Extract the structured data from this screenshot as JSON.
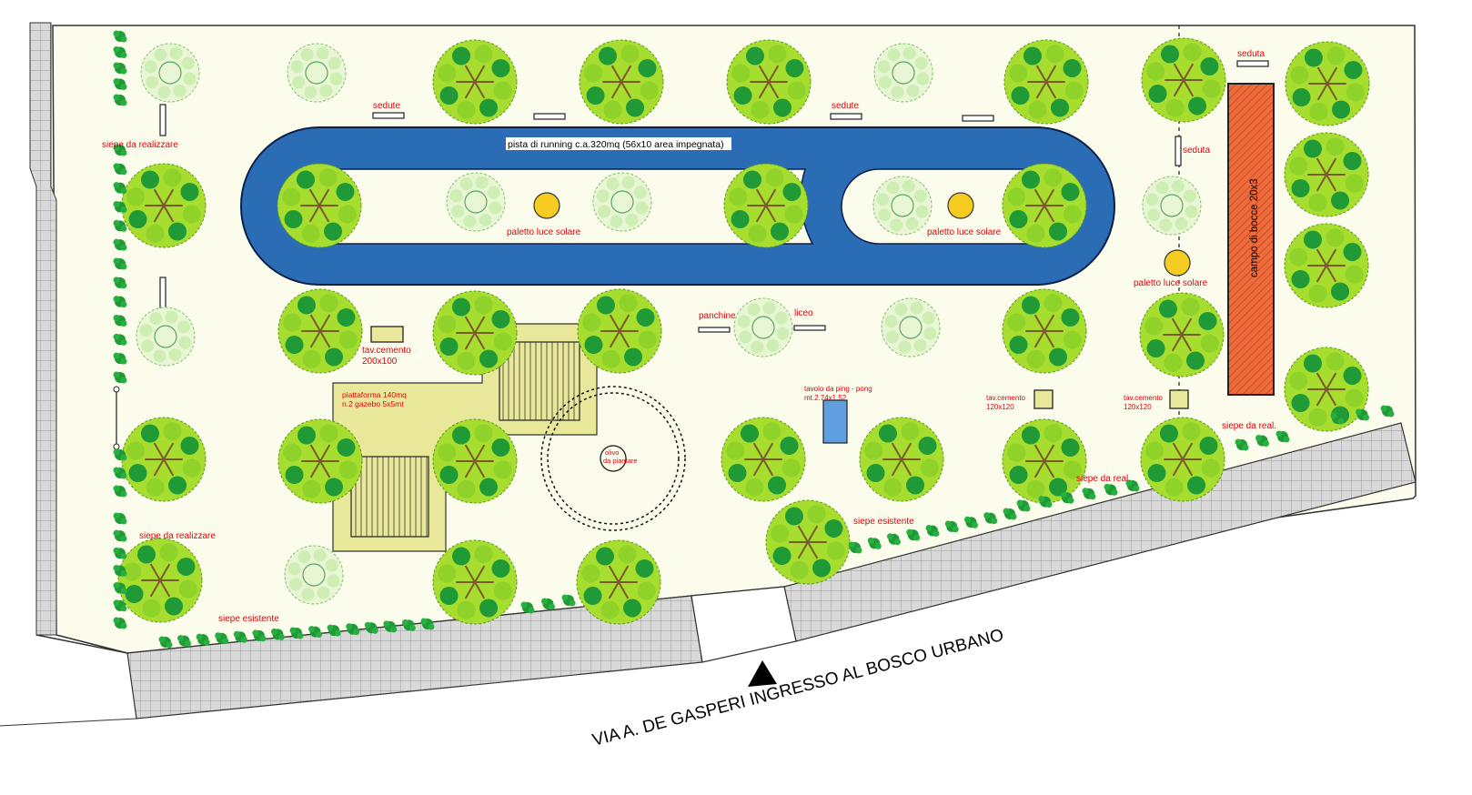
{
  "labels": {
    "running_track": "pista di running c.a.320mq (56x10 area impegnata)",
    "solar_light": "paletto luce solare",
    "sedute": "sedute",
    "seduta": "seduta",
    "panchine": "panchine",
    "liceo": "liceo",
    "siepe_da_realizzare": "siepe da realizzare",
    "siepe_esistente": "siepe esistente",
    "siepe_da_real": "siepe da real.",
    "tav_cemento": "tav.cemento",
    "tav_cemento_big_size": "200x100",
    "tav_cemento_small_size": "120x120",
    "piattaforma_line1": "piattaforma 140mq",
    "piattaforma_line2": "n.2 gazebo 5x5mt",
    "ping_pong_line1": "tavolo da ping - pong",
    "ping_pong_line2": "mt.2.74x1.52",
    "olivo_line1": "olivo",
    "olivo_line2": "da piantare",
    "campo_bocce": "campo di bocce 20x3",
    "street": "VIA A. DE GASPERI INGRESSO AL BOSCO URBANO"
  },
  "colors": {
    "track": "#2a6db4",
    "track_edge": "#0b1f4d",
    "ground": "#fbfbe8",
    "platform": "#e9e89a",
    "bocce": "#ee6b3b",
    "solar_light": "#f5cc1f",
    "pingpong": "#5f9fe0",
    "tree_light": "#a6dd2e",
    "tree_dark": "#1f9a37",
    "paving": "#d7d7d7",
    "label": "#e5000b"
  },
  "icons": [
    "tree-icon",
    "hedge-leaf-icon",
    "solar-light-icon",
    "entrance-arrow-icon",
    "gazebo-icon"
  ]
}
